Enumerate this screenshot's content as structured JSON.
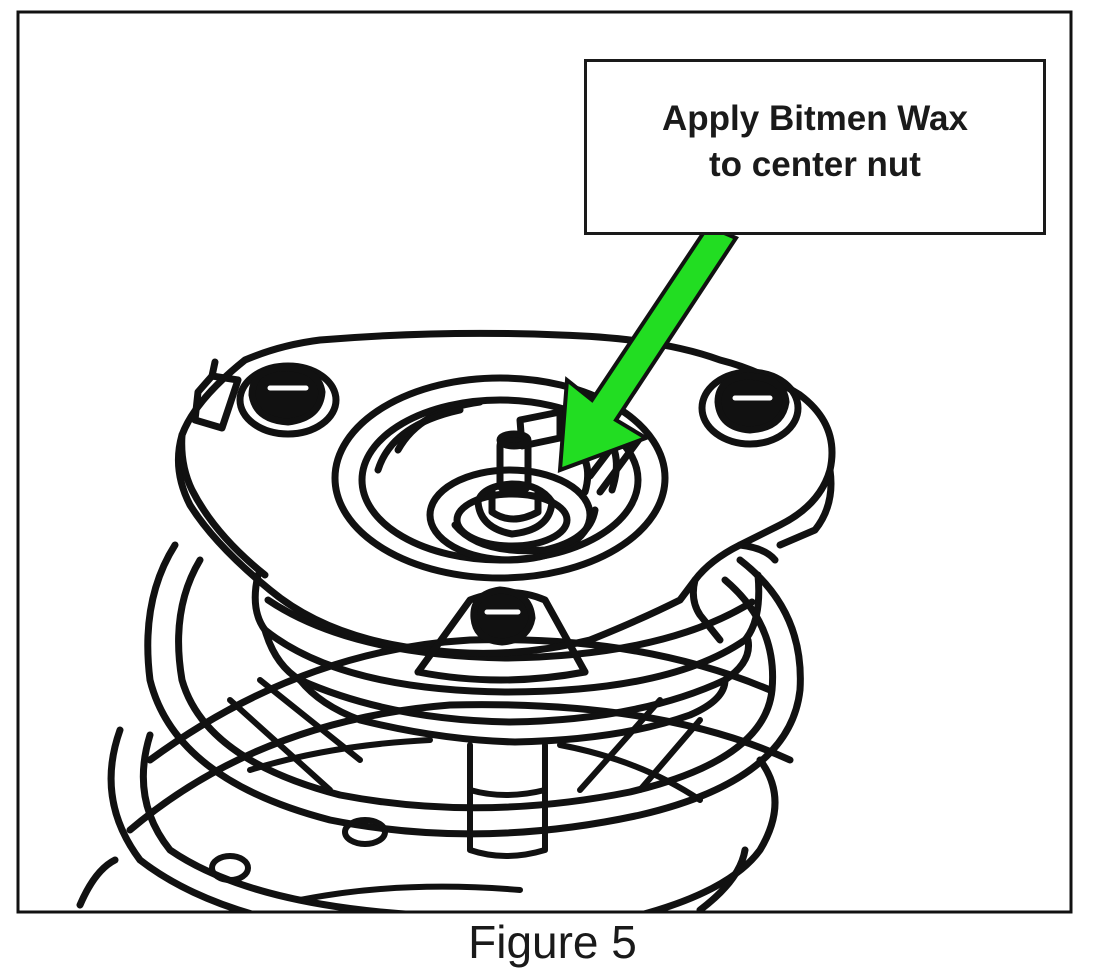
{
  "callout": {
    "line1": "Apply Bitmen Wax",
    "line2": "to center nut"
  },
  "caption": "Figure 5",
  "colors": {
    "line": "#111111",
    "arrow_fill": "#22dd22",
    "arrow_outline": "#111111",
    "background": "#ffffff"
  },
  "icons": {
    "pointer": "green-arrow-icon"
  }
}
